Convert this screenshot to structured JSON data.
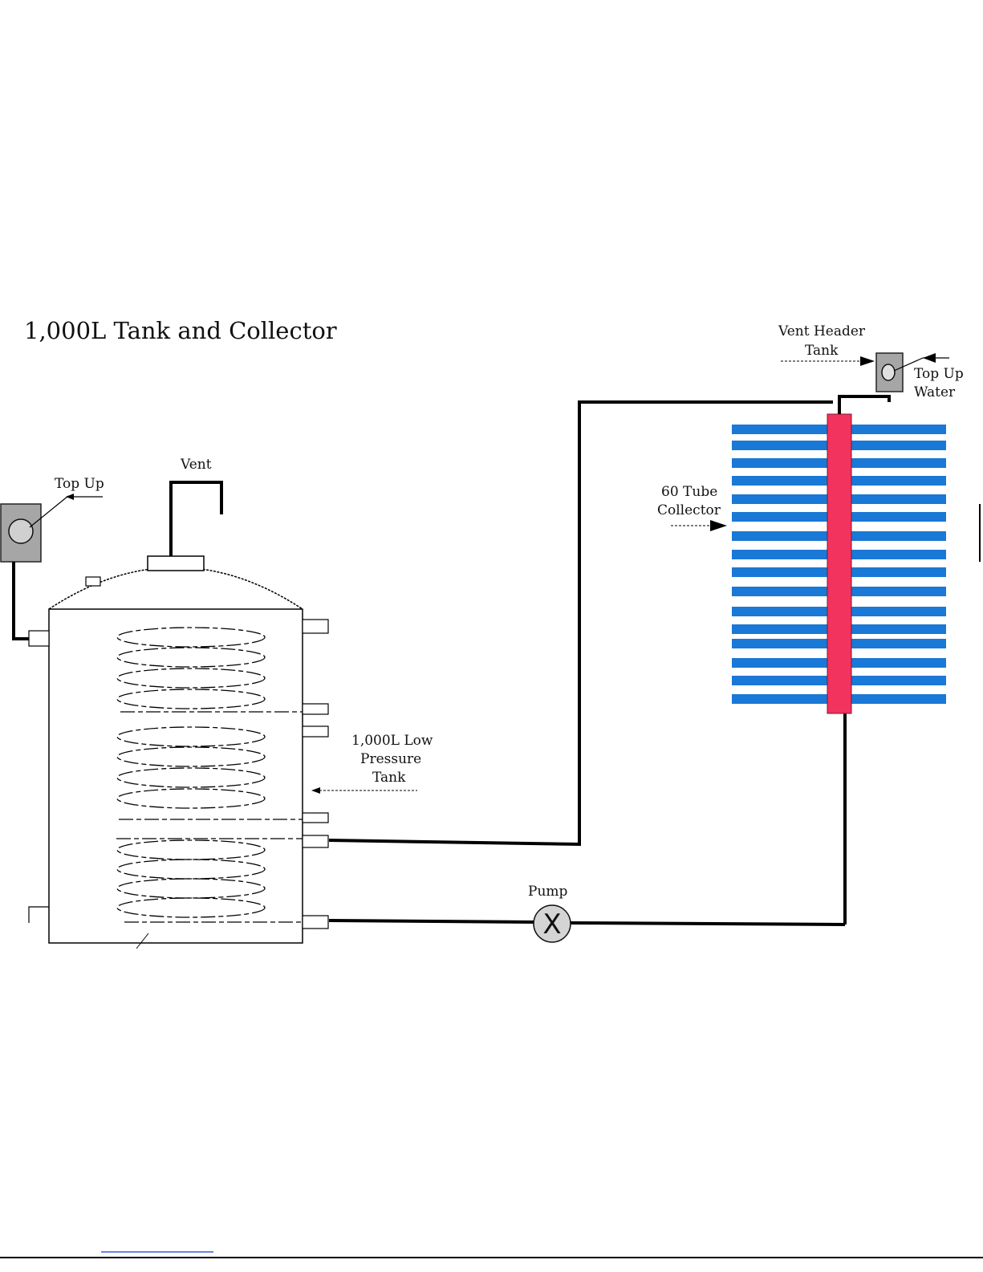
{
  "title": "1,000L Tank and Collector",
  "labels": {
    "vent": "Vent",
    "top_up": "Top Up",
    "tank_line1": "1,000L Low",
    "tank_line2": "Pressure",
    "tank_line3": "Tank",
    "collector_line1": "60 Tube",
    "collector_line2": "Collector",
    "vent_header_line1": "Vent Header",
    "vent_header_line2": "Tank",
    "top_up_water_line1": "Top Up",
    "top_up_water_line2": "Water",
    "pump": "Pump",
    "pump_symbol": "X"
  },
  "colors": {
    "tubes": "#1a78d6",
    "manifold": "#f2335e",
    "pipe": "#000000",
    "header_tank": "#a6a6a6",
    "pump": "#d4d4d4"
  },
  "collector_tube_count": 16
}
